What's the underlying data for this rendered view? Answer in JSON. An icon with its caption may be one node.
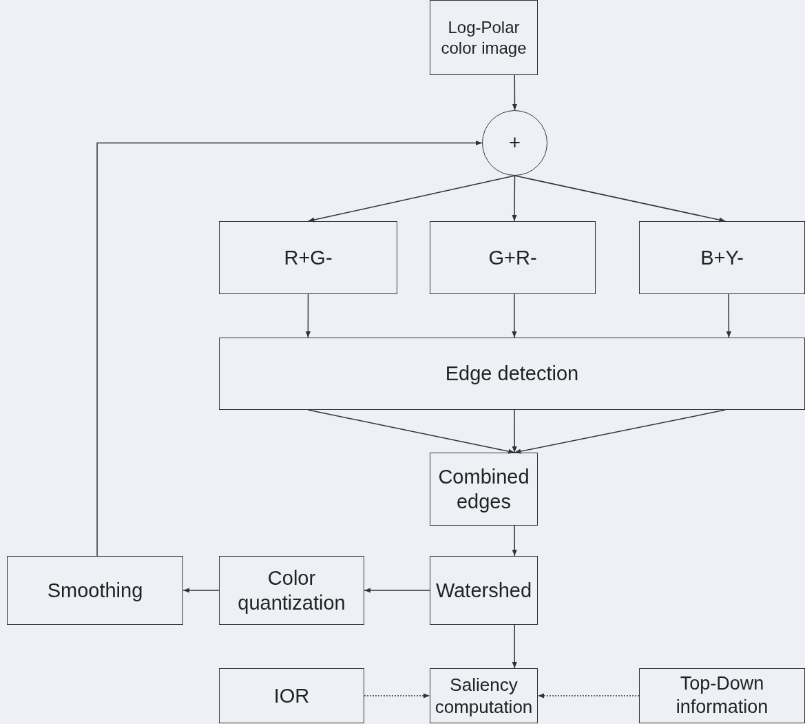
{
  "diagram": {
    "nodes": [
      {
        "text": [
          "Log-Polar color image"
        ]
      },
      {
        "text": [
          "+"
        ]
      },
      {
        "text": [
          "R+G-"
        ]
      },
      {
        "text": [
          "G+R-"
        ]
      },
      {
        "text": [
          "B+Y-"
        ]
      },
      {
        "text": [
          "Edge detection"
        ]
      },
      {
        "text": [
          "Combined edges"
        ]
      },
      {
        "text": [
          "Smoothing"
        ]
      },
      {
        "text": [
          "Color quantization"
        ]
      },
      {
        "text": [
          "Watershed"
        ]
      },
      {
        "text": [
          "IOR"
        ]
      },
      {
        "text": [
          "Saliency computation"
        ]
      },
      {
        "text": [
          "Top-Down information"
        ]
      }
    ],
    "edges": [
      {
        "from": 0,
        "to": 1,
        "arrow": "to"
      },
      {
        "from": 1,
        "to": 2,
        "arrow": "to"
      },
      {
        "from": 1,
        "to": 3,
        "arrow": "to"
      },
      {
        "from": 1,
        "to": 4,
        "arrow": "to"
      },
      {
        "from": 2,
        "to": 5,
        "arrow": "to"
      },
      {
        "from": 3,
        "to": 5,
        "arrow": "to"
      },
      {
        "from": 4,
        "to": 5,
        "arrow": "to"
      },
      {
        "from": 5,
        "to": 6,
        "arrow": "to"
      },
      {
        "from": 5,
        "to": 6,
        "arrow": "to"
      },
      {
        "from": 5,
        "to": 6,
        "arrow": "to"
      },
      {
        "from": 6,
        "to": 9,
        "arrow": "to"
      },
      {
        "from": 9,
        "to": 8,
        "arrow": "to"
      },
      {
        "from": 8,
        "to": 7,
        "arrow": "to"
      },
      {
        "from": 7,
        "to": 1,
        "arrow": "to"
      },
      {
        "from": 9,
        "to": 11,
        "arrow": "to"
      },
      {
        "from": 10,
        "to": 11,
        "arrow": "to",
        "style": "dashed"
      },
      {
        "from": 12,
        "to": 11,
        "arrow": "to",
        "style": "dashed"
      }
    ]
  }
}
